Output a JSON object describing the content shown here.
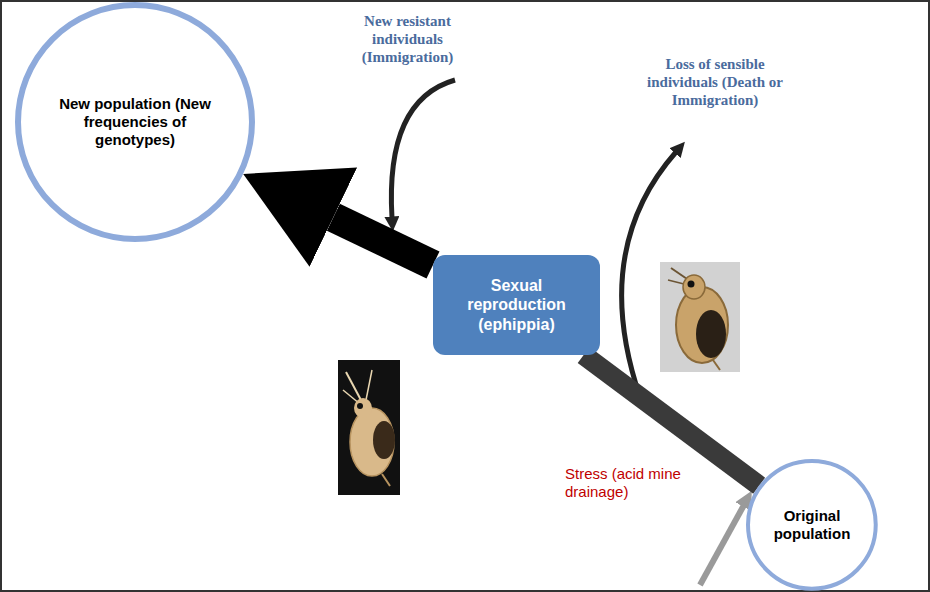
{
  "diagram": {
    "nodes": [
      {
        "text": [
          "New population (New frequencies of genotypes)"
        ]
      },
      {
        "text": [
          "Sexual reproduction (ephippia)"
        ]
      },
      {
        "text": [
          "Original population"
        ]
      }
    ],
    "edges": [
      {
        "from": 2,
        "to": 1,
        "arrow": "none"
      },
      {
        "from": 1,
        "to": 0,
        "arrow": "to"
      }
    ],
    "labels": [
      "New resistant individuals (Immigration)",
      "Loss of sensible individuals (Death or Immigration)",
      "Stress (acid mine drainage)"
    ]
  }
}
